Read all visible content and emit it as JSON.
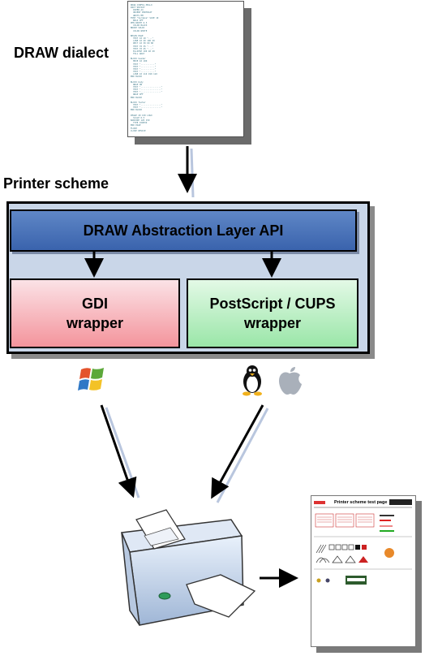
{
  "labels": {
    "dialect": "DRAW dialect",
    "scheme": "Printer scheme"
  },
  "api_bar": "DRAW Abstraction Layer API",
  "gdi": {
    "line1": "GDI",
    "line2": "wrapper"
  },
  "ps": {
    "line1": "PostScript / CUPS",
    "line2": "wrapper"
  },
  "test_page_title": "Printer scheme test page",
  "icons": [
    "windows-logo-icon",
    "linux-tux-icon",
    "apple-logo-icon",
    "printer-icon",
    "source-document-icon",
    "test-page-icon"
  ],
  "colors": {
    "api": "#3f69b2",
    "gdi": "#f4949c",
    "ps": "#9ae6a8",
    "scheme_bg": "#c9d6e8"
  }
}
